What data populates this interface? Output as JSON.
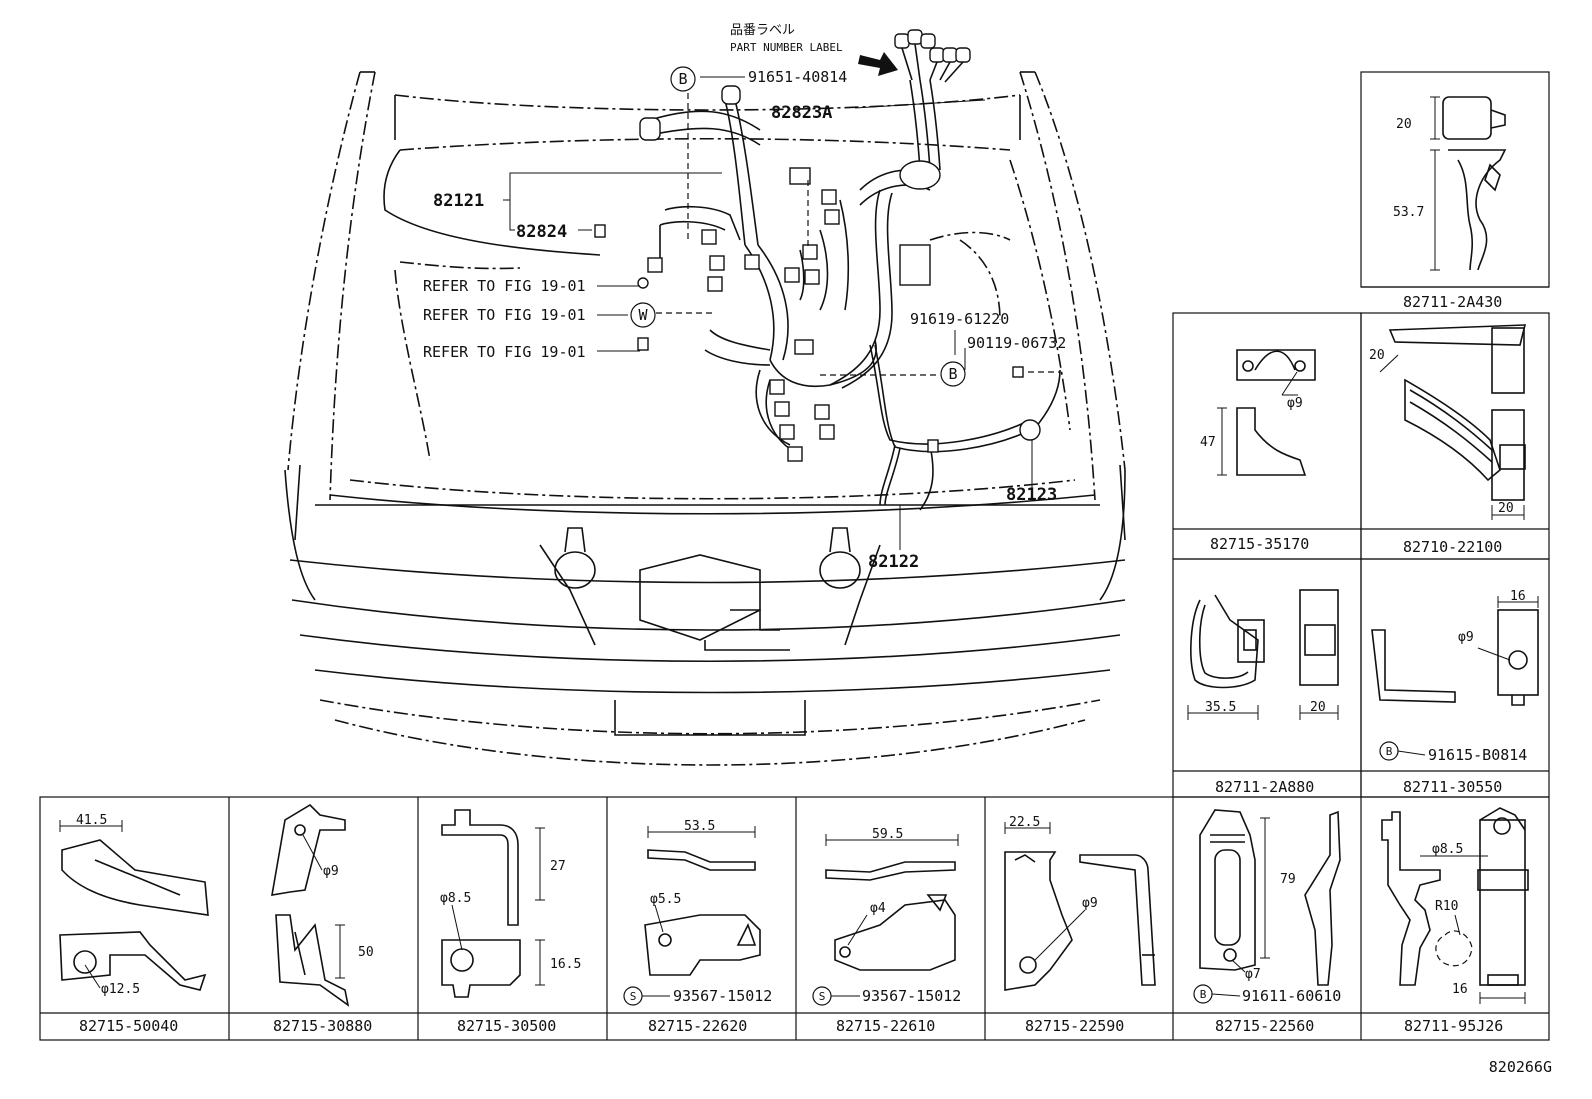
{
  "diagram_id": "820266G",
  "label_jp": "品番ラベル",
  "label_en": "PART NUMBER LABEL",
  "callouts": {
    "b_91651": "91651-40814",
    "p82823a": "82823A",
    "p82121": "82121",
    "p82824": "82824",
    "refer1": "REFER TO FIG 19-01",
    "refer2": "REFER TO FIG 19-01",
    "refer3": "REFER TO FIG 19-01",
    "p91619": "91619-61220",
    "p90119": "90119-06732",
    "p82123": "82123",
    "p82122": "82122"
  },
  "letters": {
    "b": "B",
    "w": "W",
    "s": "S"
  },
  "right_panels": {
    "r1": {
      "pn": "82711-2A430",
      "d1": "20",
      "d2": "53.7"
    },
    "r2": {
      "pn": "82715-35170",
      "d1": "φ9",
      "d2": "47"
    },
    "r3": {
      "pn": "82710-22100",
      "d1": "20",
      "d2": "20"
    },
    "r4": {
      "pn": "82711-2A880",
      "d1": "35.5",
      "d2": "20"
    },
    "r5": {
      "pn": "82711-30550",
      "d1": "16",
      "d2": "φ9",
      "sub": "91615-B0814"
    }
  },
  "bottom_panels": {
    "b1": {
      "pn": "82715-50040",
      "d1": "41.5",
      "d2": "φ12.5"
    },
    "b2": {
      "pn": "82715-30880",
      "d1": "φ9",
      "d2": "50"
    },
    "b3": {
      "pn": "82715-30500",
      "d1": "27",
      "d2": "φ8.5",
      "d3": "16.5"
    },
    "b4": {
      "pn": "82715-22620",
      "d1": "53.5",
      "d2": "φ5.5",
      "sub": "93567-15012"
    },
    "b5": {
      "pn": "82715-22610",
      "d1": "59.5",
      "d2": "φ4",
      "sub": "93567-15012"
    },
    "b6": {
      "pn": "82715-22590",
      "d1": "22.5",
      "d2": "φ9"
    },
    "b7": {
      "pn": "82715-22560",
      "d1": "79",
      "d2": "φ7",
      "sub": "91611-60610"
    },
    "b8": {
      "pn": "82711-95J26",
      "d1": "φ8.5",
      "d2": "R10",
      "d3": "16"
    }
  }
}
